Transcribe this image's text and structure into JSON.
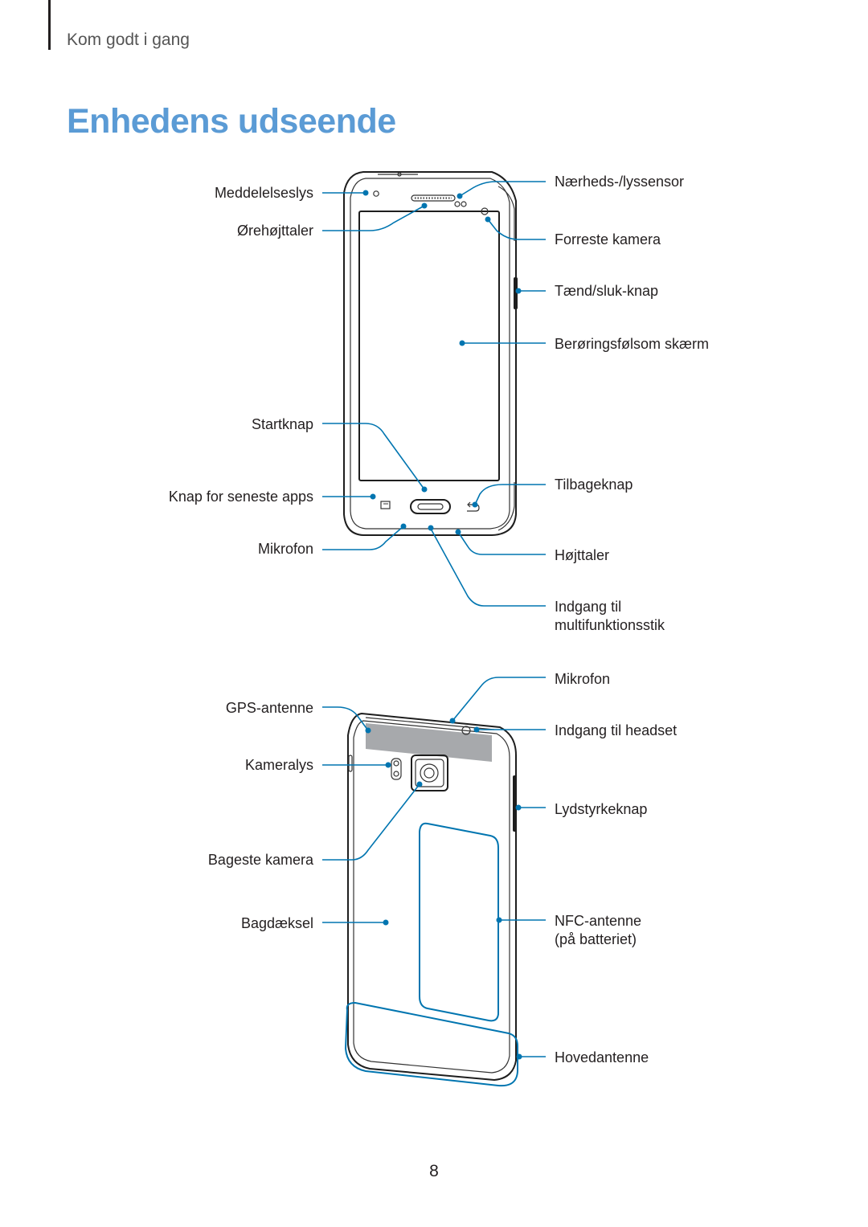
{
  "header": {
    "section": "Kom godt i gang"
  },
  "title": "Enhedens udseende",
  "front_labels": {
    "notification_light": "Meddelelseslys",
    "earpiece": "Ørehøjttaler",
    "proximity_sensor": "Nærheds-/lyssensor",
    "front_camera": "Forreste kamera",
    "power_key": "Tænd/sluk-knap",
    "touchscreen": "Berøringsfølsom skærm",
    "home_key": "Startknap",
    "recent_apps_key": "Knap for seneste apps",
    "back_key": "Tilbageknap",
    "microphone": "Mikrofon",
    "speaker": "Højttaler",
    "multipurpose_jack_line1": "Indgang til",
    "multipurpose_jack_line2": "multifunktionsstik"
  },
  "back_labels": {
    "microphone": "Mikrofon",
    "gps_antenna": "GPS-antenne",
    "headset_jack": "Indgang til headset",
    "flash": "Kameralys",
    "volume_key": "Lydstyrkeknap",
    "rear_camera": "Bageste kamera",
    "back_cover": "Bagdæksel",
    "nfc_antenna_line1": "NFC-antenne",
    "nfc_antenna_line2": "(på batteriet)",
    "main_antenna": "Hovedantenne"
  },
  "page_number": "8",
  "colors": {
    "accent": "#5b9bd5",
    "leader": "#0075b0",
    "gps_area": "#a7a9ac"
  }
}
